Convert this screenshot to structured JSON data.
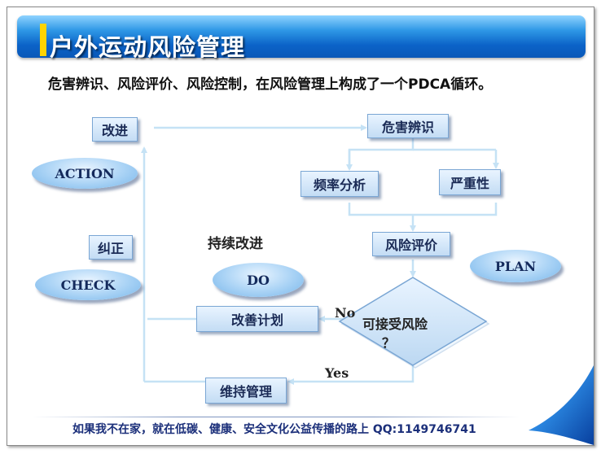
{
  "title": "户外运动风险管理",
  "subtitle": "危害辨识、风险评价、风险控制，在风险管理上构成了一个PDCA循环。",
  "colors": {
    "title_bar": "#0b63c8",
    "accent": "#ffd400",
    "box_fill": "#c3dcf4",
    "arrow": "#c5e2f5",
    "footer_text": "#1b2f7a"
  },
  "diagram": {
    "nodes": {
      "improve": "改进",
      "hazard_id": "危害辨识",
      "frequency": "频率分析",
      "severity": "严重性",
      "risk_eval": "风险评价",
      "acceptable": "可接受风险",
      "acceptable_mark": "？",
      "plan_improve": "改善计划",
      "maintain": "维持管理",
      "correct": "纠正",
      "continuous": "持续改进"
    },
    "phases": {
      "action": "ACTION",
      "check": "CHECK",
      "do": "DO",
      "plan": "PLAN"
    },
    "edge_labels": {
      "no": "No",
      "yes": "Yes"
    }
  },
  "footer": "如果我不在家，就在低碳、健康、安全文化公益传播的路上  QQ:1149746741"
}
